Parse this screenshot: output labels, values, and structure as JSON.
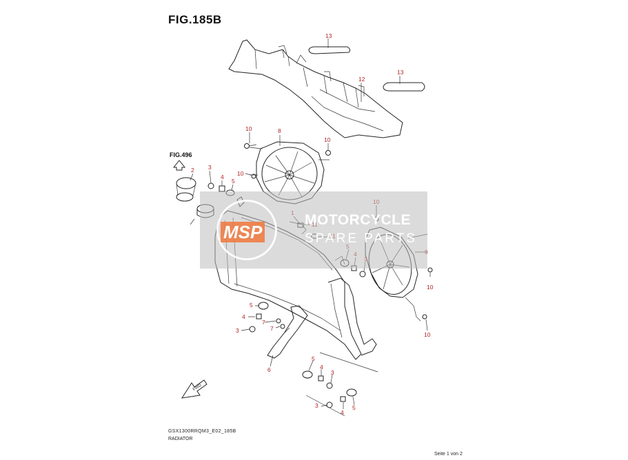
{
  "figure": {
    "title": "FIG.185B",
    "reference": "FIG.496",
    "model_code": "GSX1300RRQM3_E02_185B",
    "part_name": "RADIATOR",
    "page_info": "Seite 1 von 2"
  },
  "callouts": {
    "fan_upper": "8",
    "fan_lower": "9",
    "bolt_a": "10",
    "bolt_b": "10",
    "bolt_c": "10",
    "bolt_d": "10",
    "bolt_e": "10",
    "bolt_f": "10",
    "cover_a": "13",
    "cover_b": "13",
    "cover_c": "12",
    "cap": "2",
    "screw_a": "3",
    "screw_b": "3",
    "screw_c": "3",
    "screw_d": "3",
    "screw_e": "3",
    "collar_a": "4",
    "collar_b": "4",
    "collar_c": "4",
    "collar_d": "4",
    "collar_e": "4",
    "cushion_a": "5",
    "cushion_b": "5",
    "cushion_c": "5",
    "cushion_d": "5",
    "cushion_e": "5",
    "radiator": "1",
    "clip_a": "11",
    "clip_b": "11",
    "bracket": "6",
    "bolt_g": "7",
    "bolt_h": "7"
  },
  "watermark": {
    "logo": "MSP",
    "line1": "MOTORCYCLE",
    "line2": "SPARE PARTS"
  },
  "icons": {
    "front": "FWD"
  }
}
